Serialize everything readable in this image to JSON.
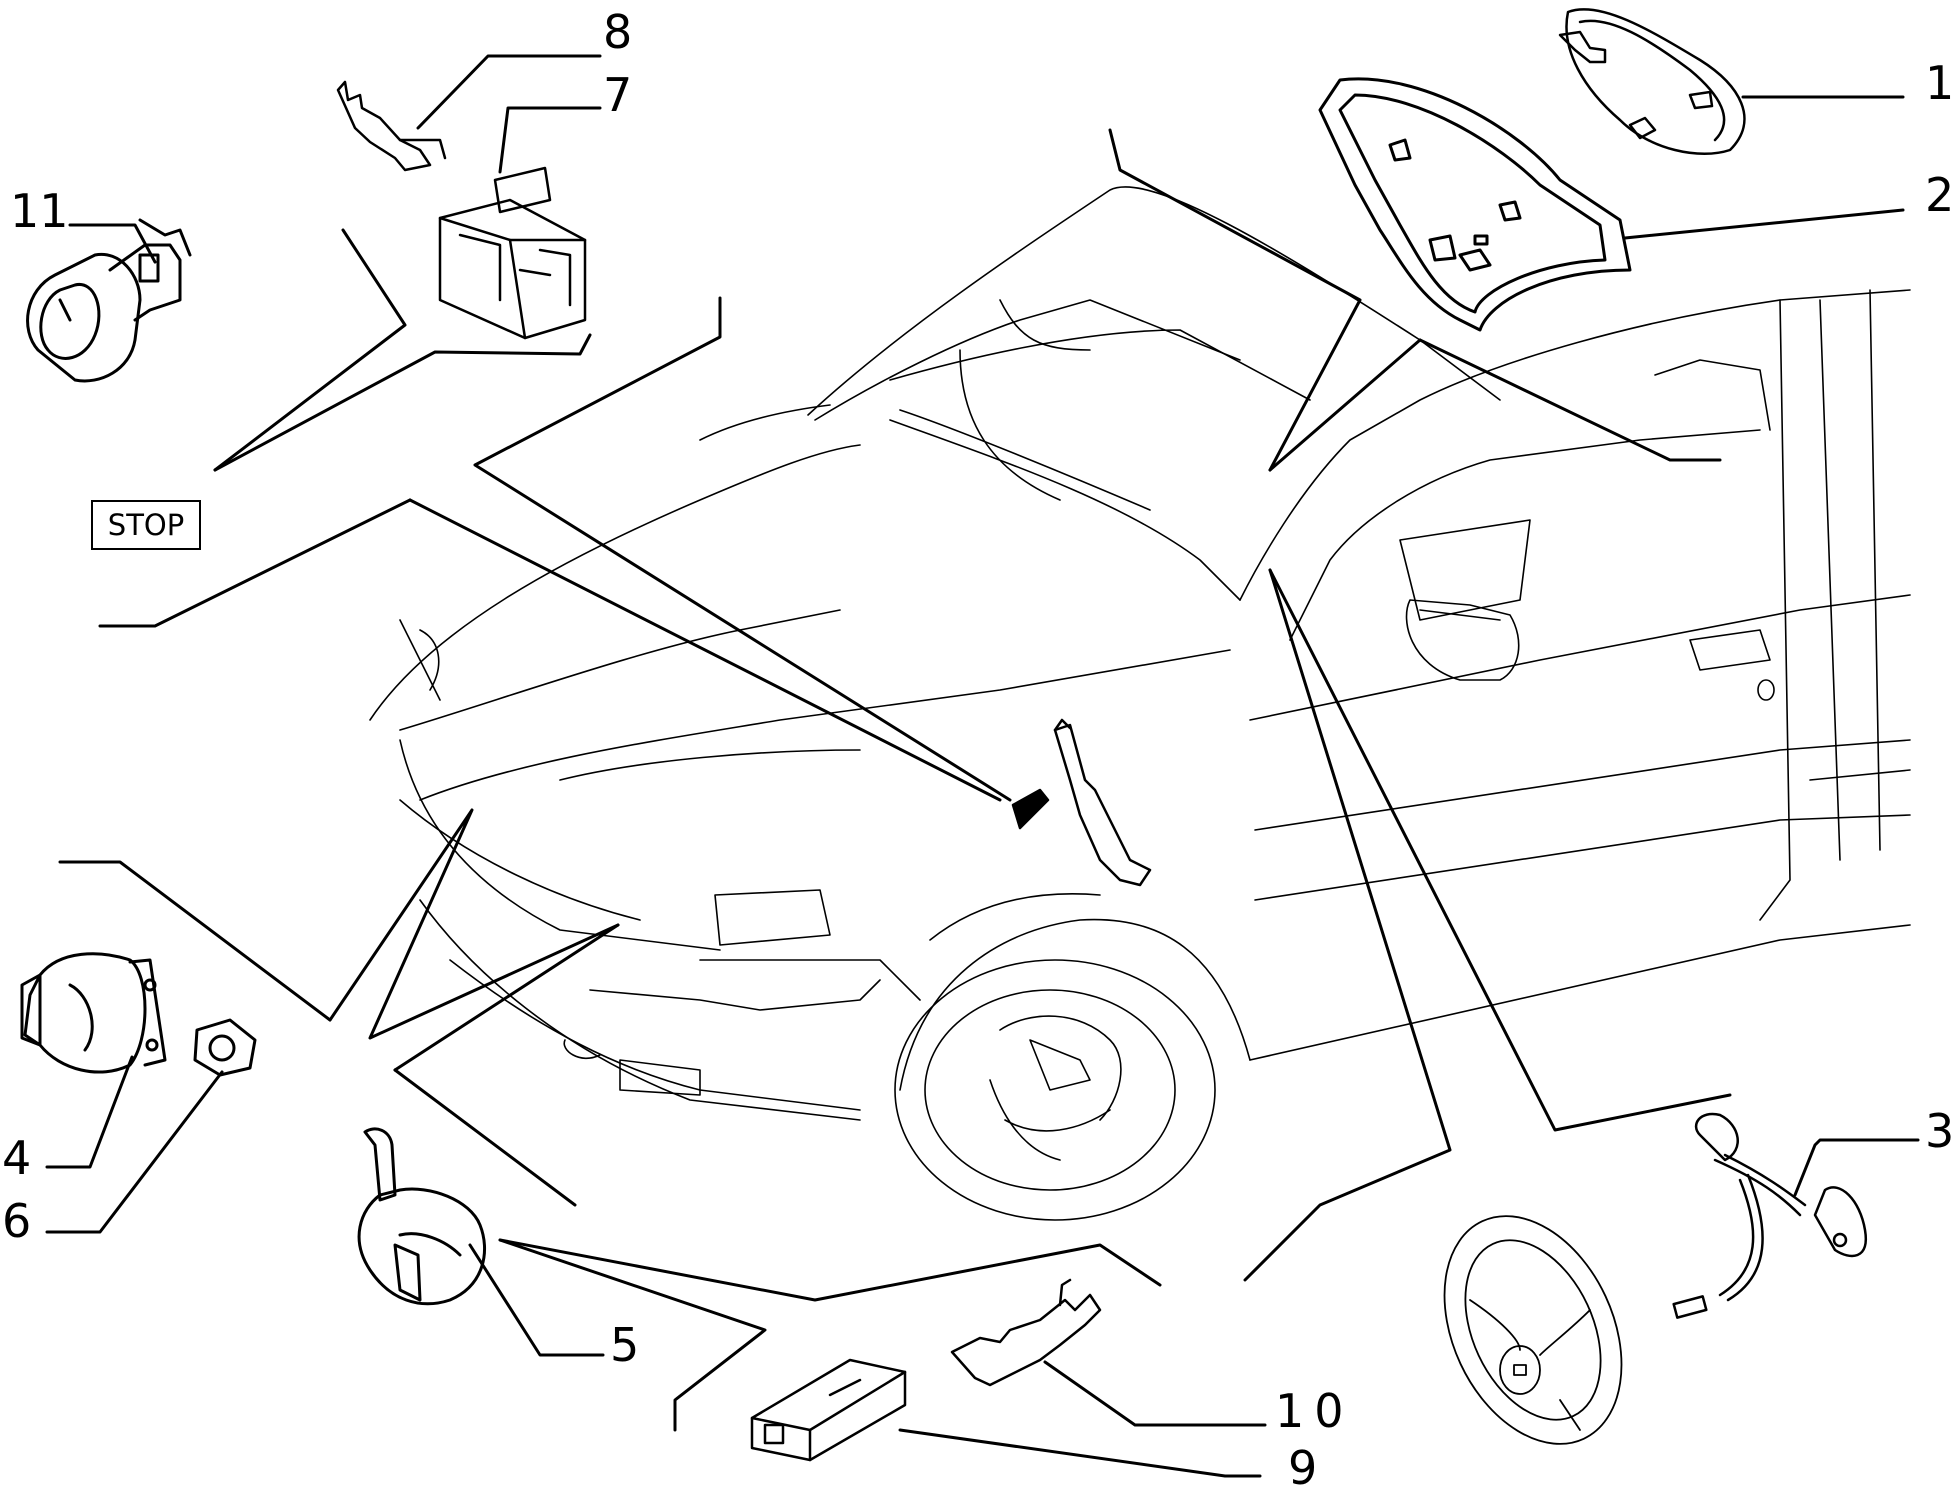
{
  "callouts": {
    "c1": "1",
    "c2": "2",
    "c3": "3",
    "c4": "4",
    "c5": "5",
    "c6": "6",
    "c7": "7",
    "c8": "8",
    "c9": "9",
    "c10": "10",
    "c11": "11"
  },
  "stop_label": "STOP",
  "colors": {
    "ink": "#000000",
    "paper": "#ffffff"
  },
  "parts": [
    "steering-wheel-cover-small",
    "airbag-cover",
    "clock-spring-cable",
    "horn-low",
    "horn-high",
    "nut",
    "connector-housing",
    "terminal",
    "connector-housing-2way",
    "terminal-2",
    "stop-light-switch"
  ]
}
